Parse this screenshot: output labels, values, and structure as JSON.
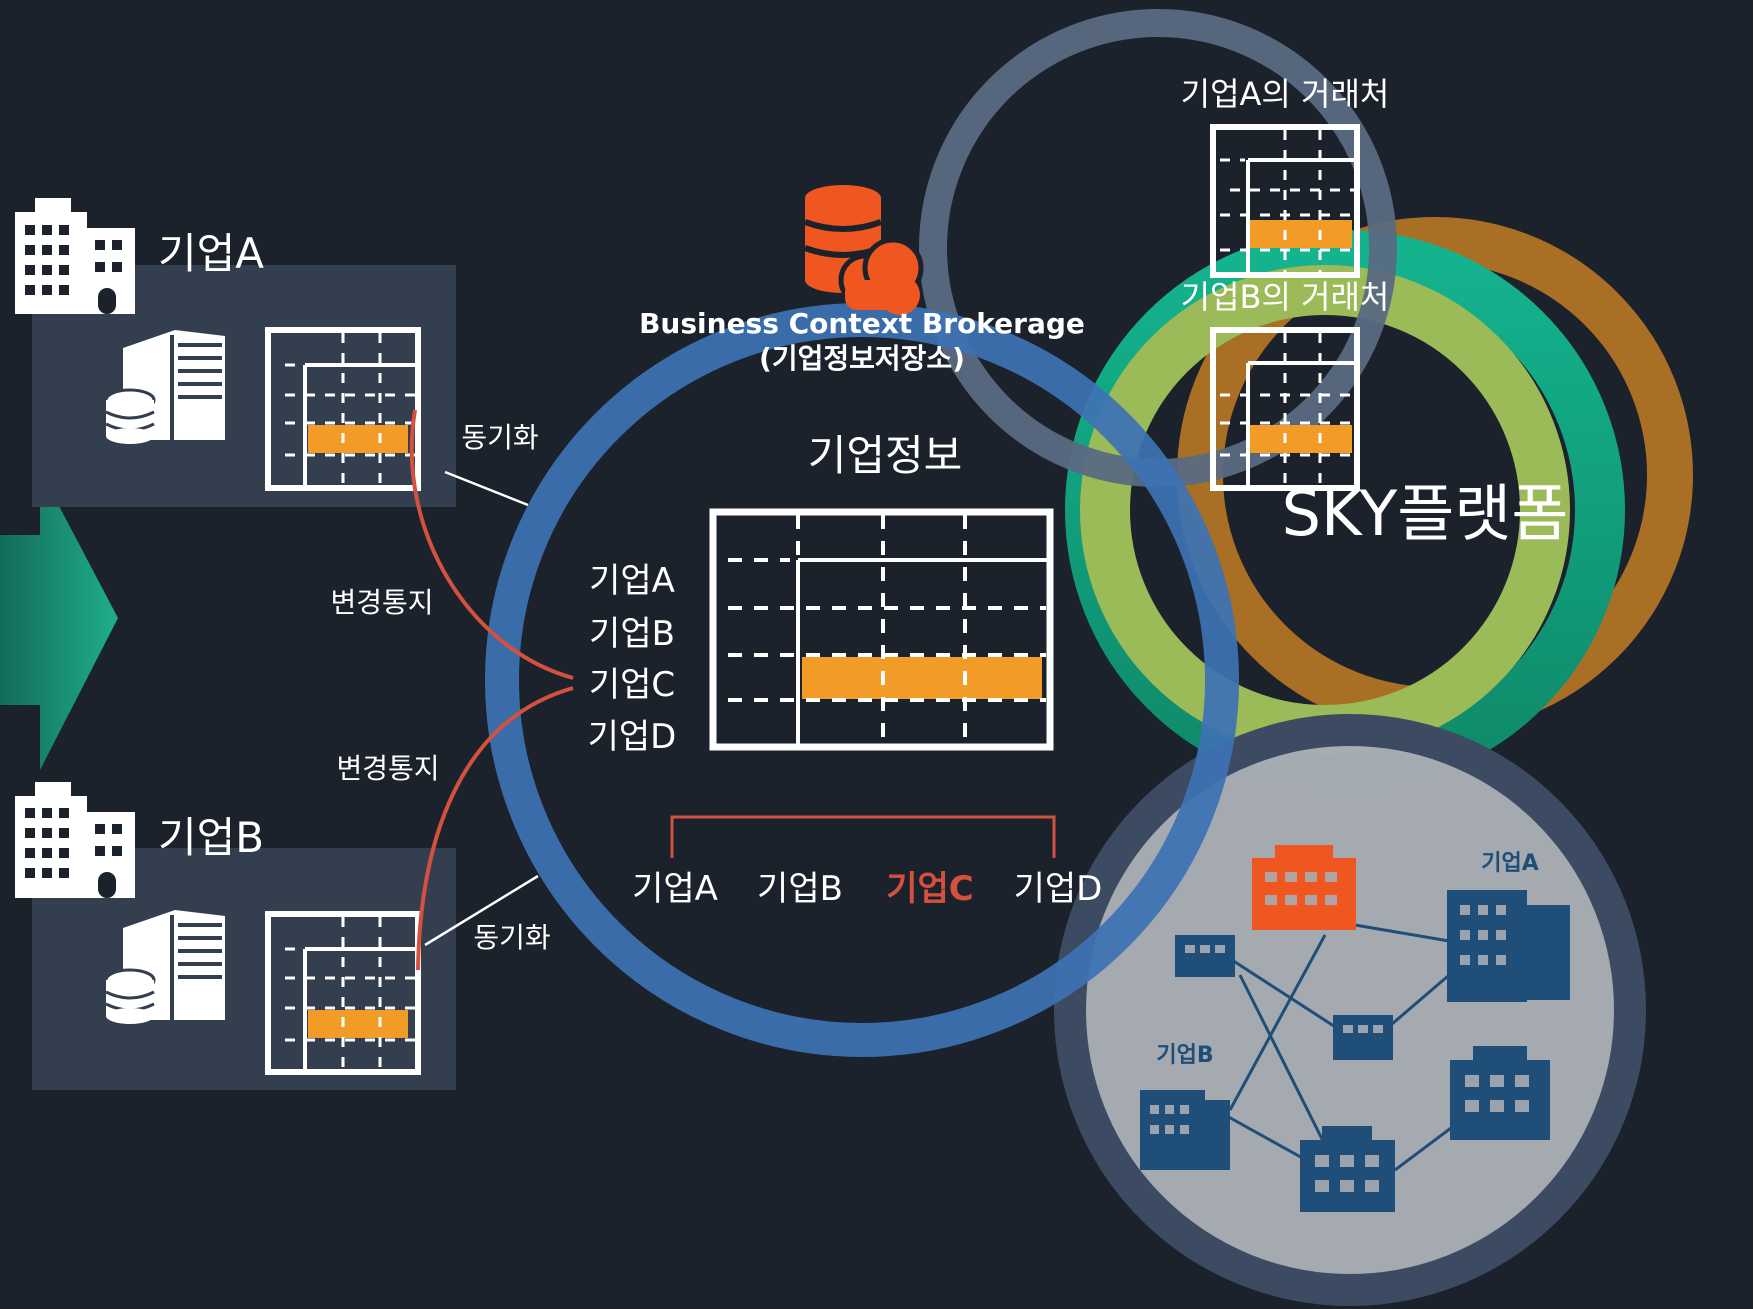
{
  "left": {
    "company_a": {
      "title": "기업A"
    },
    "company_b": {
      "title": "기업B"
    },
    "sync_label_a": "동기화",
    "sync_label_b": "동기화",
    "notify_label_a": "변경통지",
    "notify_label_b": "변경통지"
  },
  "center": {
    "brokerage_title": "Business Context Brokerage",
    "brokerage_subtitle": "(기업정보저장소)",
    "table_title": "기업정보",
    "row_labels": [
      "기업A",
      "기업B",
      "기업C",
      "기업D"
    ],
    "column_labels": [
      "기업A",
      "기업B",
      "기업C",
      "기업D"
    ]
  },
  "right": {
    "partners_a_title": "기업A의 거래처",
    "partners_b_title": "기업B의 거래처",
    "platform_title": "SKY플랫폼",
    "network_label_a": "기업A",
    "network_label_b": "기업B"
  },
  "colors": {
    "background": "#1b222c",
    "panel": "#333e4f",
    "highlight": "#f29b26",
    "accent_red": "#d4513f",
    "broker_ring": "#3d72b4",
    "db_icon": "#f0561f",
    "network_building": "#1f4e79"
  }
}
